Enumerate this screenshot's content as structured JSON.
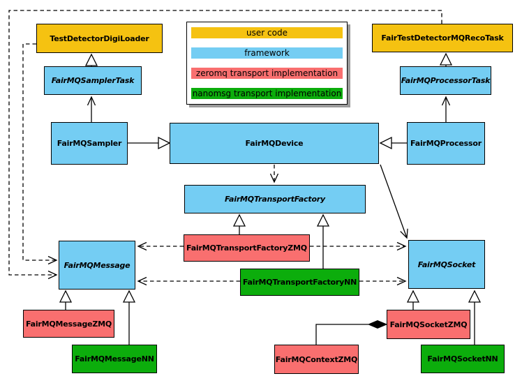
{
  "legend": {
    "items": [
      {
        "label": "user code",
        "color": "#F5C211"
      },
      {
        "label": "framework",
        "color": "#74CDF3"
      },
      {
        "label": "zeromq transport implementation",
        "color": "#F96F6F"
      },
      {
        "label": "nanomsg transport implementation",
        "color": "#0CAD0C"
      }
    ]
  },
  "colors": {
    "user_code": "#F5C211",
    "framework": "#74CDF3",
    "zeromq_impl": "#F96F6F",
    "nanomsg_impl": "#0CAD0C",
    "border": "#000000",
    "background": "#FFFFFF",
    "legend_shadow": "#9A9A9A"
  },
  "nodes": {
    "test_detector_digi_loader": {
      "label": "TestDetectorDigiLoader",
      "category": "user-code",
      "abstract": false
    },
    "fair_test_detector_mq_reco_task": {
      "label": "FairTestDetectorMQRecoTask",
      "category": "user-code",
      "abstract": false
    },
    "fairmq_sampler_task": {
      "label": "FairMQSamplerTask",
      "category": "framework",
      "abstract": true
    },
    "fairmq_processor_task": {
      "label": "FairMQProcessorTask",
      "category": "framework",
      "abstract": true
    },
    "fairmq_sampler": {
      "label": "FairMQSampler",
      "category": "framework",
      "abstract": false
    },
    "fairmq_device": {
      "label": "FairMQDevice",
      "category": "framework",
      "abstract": false
    },
    "fairmq_processor": {
      "label": "FairMQProcessor",
      "category": "framework",
      "abstract": false
    },
    "fairmq_transport_factory": {
      "label": "FairMQTransportFactory",
      "category": "framework",
      "abstract": true
    },
    "fairmq_transport_factory_zmq": {
      "label": "FairMQTransportFactoryZMQ",
      "category": "zeromq",
      "abstract": false
    },
    "fairmq_transport_factory_nn": {
      "label": "FairMQTransportFactoryNN",
      "category": "nanomsg",
      "abstract": false
    },
    "fairmq_message": {
      "label": "FairMQMessage",
      "category": "framework",
      "abstract": true
    },
    "fairmq_socket": {
      "label": "FairMQSocket",
      "category": "framework",
      "abstract": true
    },
    "fairmq_message_zmq": {
      "label": "FairMQMessageZMQ",
      "category": "zeromq",
      "abstract": false
    },
    "fairmq_message_nn": {
      "label": "FairMQMessageNN",
      "category": "nanomsg",
      "abstract": false
    },
    "fairmq_socket_zmq": {
      "label": "FairMQSocketZMQ",
      "category": "zeromq",
      "abstract": false
    },
    "fairmq_context_zmq": {
      "label": "FairMQContextZMQ",
      "category": "zeromq",
      "abstract": false
    },
    "fairmq_socket_nn": {
      "label": "FairMQSocketNN",
      "category": "nanomsg",
      "abstract": false
    }
  },
  "edges": [
    {
      "source": "FairMQSamplerTask",
      "target": "TestDetectorDigiLoader",
      "type": "generalization"
    },
    {
      "source": "FairMQProcessorTask",
      "target": "FairTestDetectorMQRecoTask",
      "type": "generalization"
    },
    {
      "source": "FairMQSampler",
      "target": "FairMQSamplerTask",
      "type": "association"
    },
    {
      "source": "FairMQProcessor",
      "target": "FairMQProcessorTask",
      "type": "association"
    },
    {
      "source": "FairMQSampler",
      "target": "FairMQDevice",
      "type": "generalization"
    },
    {
      "source": "FairMQProcessor",
      "target": "FairMQDevice",
      "type": "generalization"
    },
    {
      "source": "FairMQDevice",
      "target": "FairMQTransportFactory",
      "type": "dependency"
    },
    {
      "source": "FairMQDevice",
      "target": "FairMQSocket",
      "type": "association"
    },
    {
      "source": "FairMQTransportFactoryZMQ",
      "target": "FairMQTransportFactory",
      "type": "generalization"
    },
    {
      "source": "FairMQTransportFactoryNN",
      "target": "FairMQTransportFactory",
      "type": "generalization"
    },
    {
      "source": "FairMQTransportFactoryZMQ",
      "target": "FairMQMessage",
      "type": "dependency"
    },
    {
      "source": "FairMQTransportFactoryZMQ",
      "target": "FairMQSocket",
      "type": "dependency"
    },
    {
      "source": "FairMQTransportFactoryNN",
      "target": "FairMQMessage",
      "type": "dependency"
    },
    {
      "source": "FairMQTransportFactoryNN",
      "target": "FairMQSocket",
      "type": "dependency"
    },
    {
      "source": "TestDetectorDigiLoader",
      "target": "FairMQMessage",
      "type": "dependency"
    },
    {
      "source": "FairTestDetectorMQRecoTask",
      "target": "FairMQMessage",
      "type": "dependency"
    },
    {
      "source": "FairMQMessageZMQ",
      "target": "FairMQMessage",
      "type": "generalization"
    },
    {
      "source": "FairMQMessageNN",
      "target": "FairMQMessage",
      "type": "generalization"
    },
    {
      "source": "FairMQSocketZMQ",
      "target": "FairMQSocket",
      "type": "generalization"
    },
    {
      "source": "FairMQSocketNN",
      "target": "FairMQSocket",
      "type": "generalization"
    },
    {
      "source": "FairMQContextZMQ",
      "target": "FairMQSocketZMQ",
      "type": "composition"
    }
  ]
}
